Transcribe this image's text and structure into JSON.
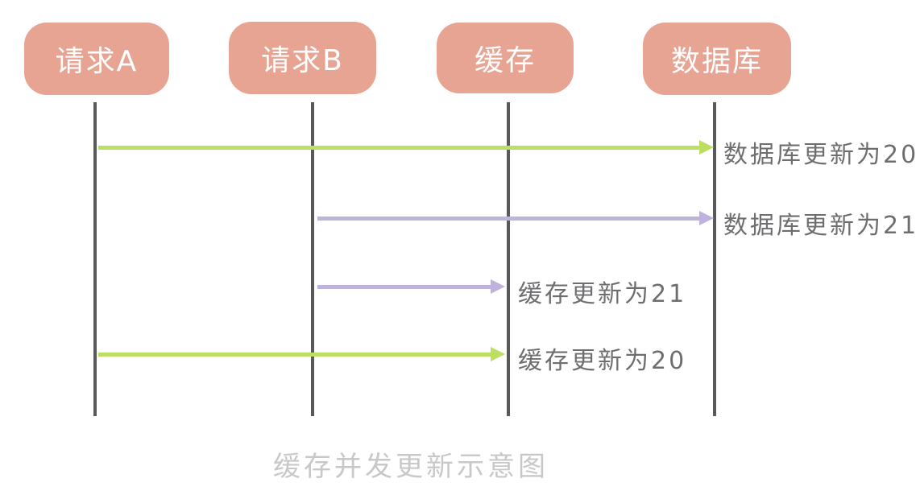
{
  "diagram": {
    "title": "缓存并发更新示意图",
    "type": "sequence-diagram",
    "colors": {
      "actor_background": "#E8A492",
      "actor_text": "#FFFFFF",
      "lifeline": "#59595B",
      "arrow_green": "#BCDE62",
      "arrow_purple": "#BFB2DC",
      "message_text": "#6E6E70",
      "title_text": "#C8C8C8",
      "background": "#FFFFFF"
    },
    "actors": [
      {
        "id": "request-a",
        "label": "请求A"
      },
      {
        "id": "request-b",
        "label": "请求B"
      },
      {
        "id": "cache",
        "label": "缓存"
      },
      {
        "id": "database",
        "label": "数据库"
      }
    ],
    "messages": [
      {
        "label": "数据库更新为20",
        "from": "请求A",
        "to": "数据库",
        "color": "#BCDE62"
      },
      {
        "label": "数据库更新为21",
        "from": "请求B",
        "to": "数据库",
        "color": "#BFB2DC"
      },
      {
        "label": "缓存更新为21",
        "from": "请求B",
        "to": "缓存",
        "color": "#BFB2DC"
      },
      {
        "label": "缓存更新为20",
        "from": "请求A",
        "to": "缓存",
        "color": "#BCDE62"
      }
    ]
  }
}
